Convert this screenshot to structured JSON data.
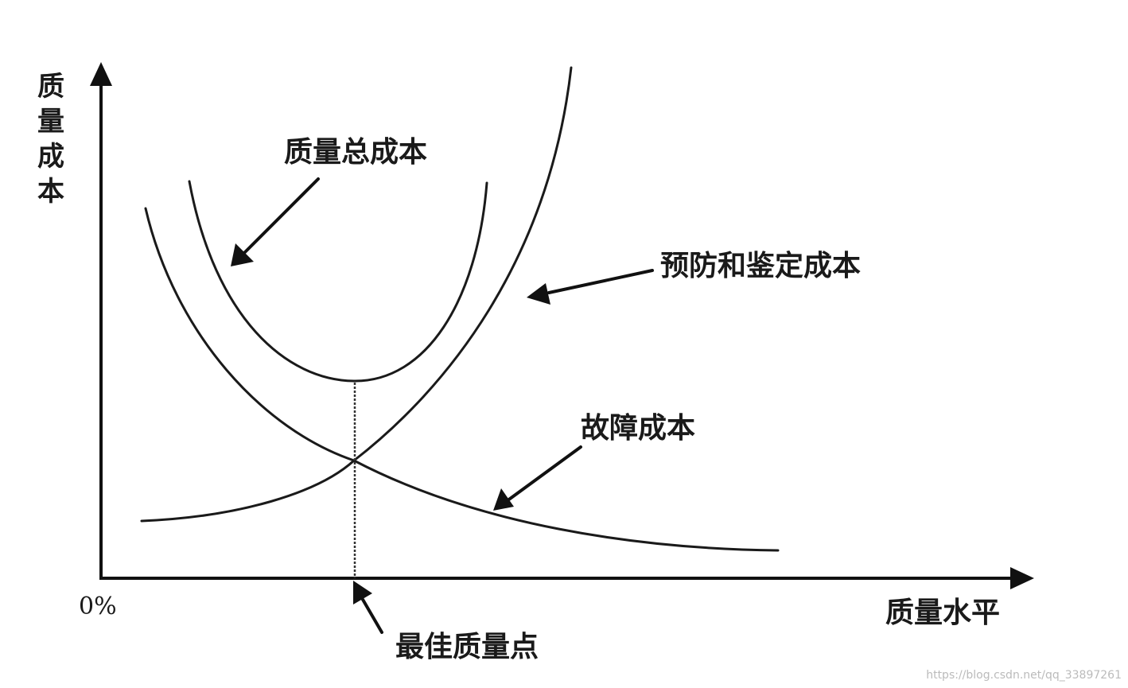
{
  "y_axis_label": [
    "质",
    "量",
    "成",
    "本"
  ],
  "x_axis_label": "质量水平",
  "origin_label": "0%",
  "curves": {
    "total_cost": "质量总成本",
    "prevention_appraisal_cost": "预防和鉴定成本",
    "failure_cost": "故障成本"
  },
  "optimal_point_label": "最佳质量点",
  "watermark": "https://blog.csdn.net/qq_33897261"
}
